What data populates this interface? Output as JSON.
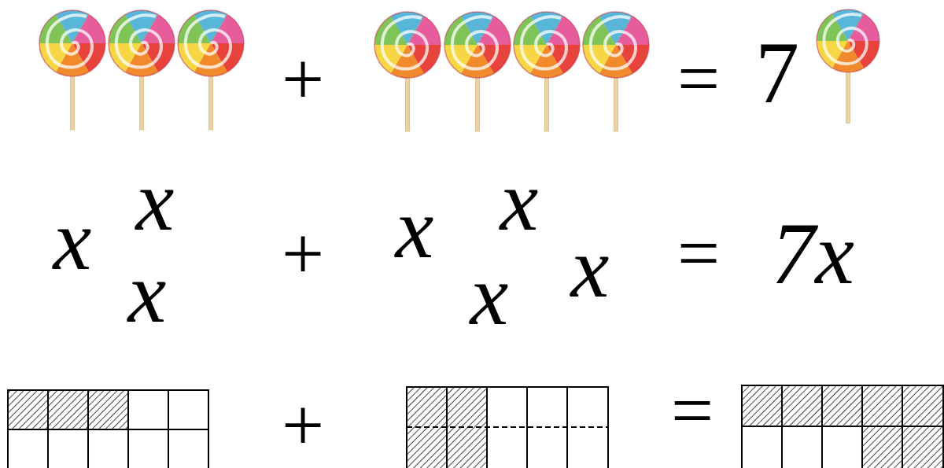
{
  "diagram": {
    "labels": [
      "+",
      "=",
      "7",
      "x",
      "x",
      "x",
      "+",
      "x",
      "x",
      "x",
      "x",
      "=",
      "7x",
      "+",
      "="
    ]
  }
}
